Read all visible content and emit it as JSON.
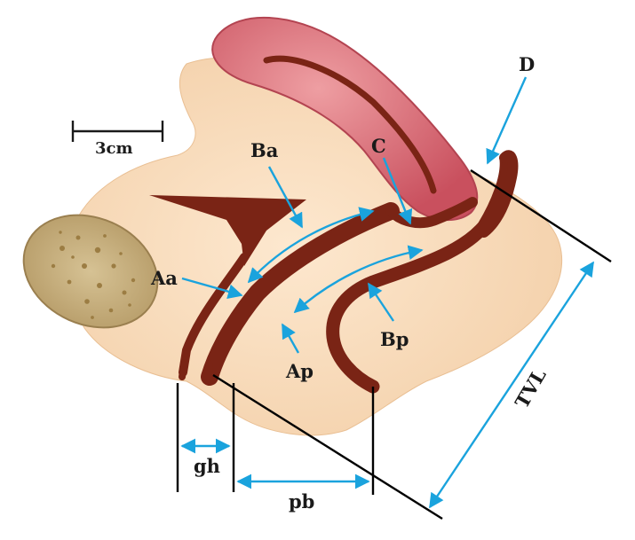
{
  "scale_bar": {
    "label": "3cm"
  },
  "labels": {
    "Aa": "Aa",
    "Ap": "Ap",
    "Ba": "Ba",
    "Bp": "Bp",
    "C": "C",
    "D": "D",
    "gh": "gh",
    "pb": "pb",
    "TVL": "TVL"
  },
  "colors": {
    "skin": "#f6d7b6",
    "tissue_dark": "#7a2415",
    "uterus": "#d9707a",
    "bone": "#c9b48a",
    "arrow": "#1aa3dd",
    "line": "#000000"
  }
}
